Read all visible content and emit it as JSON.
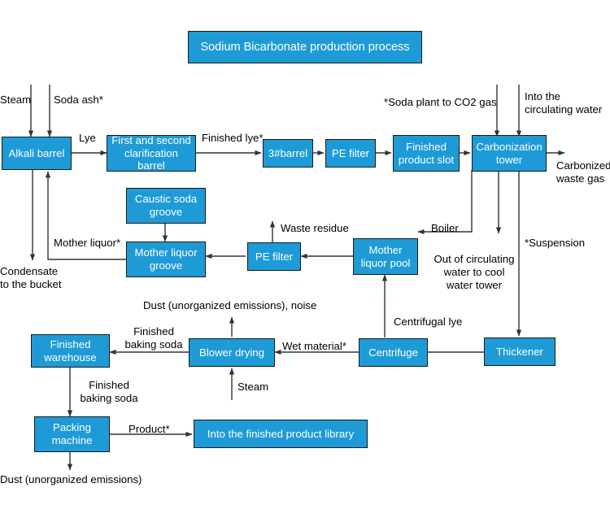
{
  "diagram": {
    "title": "Sodium Bicarbonate production process",
    "accent_color": "#1E9BD7",
    "border_color": "#1a1a1a",
    "text_color": "#000000",
    "node_text_color": "#ffffff",
    "nodes": [
      {
        "id": "alkali_barrel",
        "label": "Alkali barrel"
      },
      {
        "id": "clarification_barrel",
        "label": "First and second\nclarification barrel"
      },
      {
        "id": "barrel3",
        "label": "3#barrel"
      },
      {
        "id": "pe_filter_top",
        "label": "PE filter"
      },
      {
        "id": "finished_product_slot",
        "label": "Finished\nproduct slot"
      },
      {
        "id": "carbonization_tower",
        "label": "Carbonization\ntower"
      },
      {
        "id": "caustic_soda_groove",
        "label": "Caustic soda\ngroove"
      },
      {
        "id": "mother_liquor_groove",
        "label": "Mother liquor\ngroove"
      },
      {
        "id": "pe_filter_mid",
        "label": "PE filter"
      },
      {
        "id": "mother_liquor_pool",
        "label": "Mother\nliquor pool"
      },
      {
        "id": "finished_warehouse",
        "label": "Finished\nwarehouse"
      },
      {
        "id": "blower_drying",
        "label": "Blower drying"
      },
      {
        "id": "centrifuge",
        "label": "Centrifuge"
      },
      {
        "id": "thickener",
        "label": "Thickener"
      },
      {
        "id": "packing_machine",
        "label": "Packing\nmachine"
      },
      {
        "id": "finished_product_library",
        "label": "Into the finished product library"
      }
    ],
    "edge_labels": [
      {
        "id": "steam_top",
        "text": "Steam"
      },
      {
        "id": "soda_ash",
        "text": "Soda ash*"
      },
      {
        "id": "lye",
        "text": "Lye"
      },
      {
        "id": "finished_lye",
        "text": "Finished lye*"
      },
      {
        "id": "soda_plant_co2",
        "text": "*Soda plant to CO2 gas"
      },
      {
        "id": "into_circulating_water",
        "text": "Into the\ncirculating water"
      },
      {
        "id": "carbonized_waste_gas",
        "text": "Carbonized\nwaste gas"
      },
      {
        "id": "waste_residue",
        "text": "Waste residue"
      },
      {
        "id": "boiler",
        "text": "Boiler"
      },
      {
        "id": "suspension",
        "text": "*Suspension"
      },
      {
        "id": "mother_liquor_return",
        "text": "Mother liquor*"
      },
      {
        "id": "condensate",
        "text": "Condensate\nto the bucket"
      },
      {
        "id": "out_of_circulating_water",
        "text": "Out of circulating\nwater to cool\nwater tower"
      },
      {
        "id": "dust_noise",
        "text": "Dust (unorganized emissions), noise"
      },
      {
        "id": "finished_baking_soda_right",
        "text": "Finished\nbaking soda"
      },
      {
        "id": "wet_material",
        "text": "Wet material*"
      },
      {
        "id": "centrifugal_lye",
        "text": "Centrifugal lye"
      },
      {
        "id": "steam_blower",
        "text": "Steam"
      },
      {
        "id": "finished_baking_soda_down",
        "text": "Finished\nbaking soda"
      },
      {
        "id": "product",
        "text": "Product*"
      },
      {
        "id": "dust_packing",
        "text": "Dust (unorganized emissions)"
      }
    ]
  }
}
